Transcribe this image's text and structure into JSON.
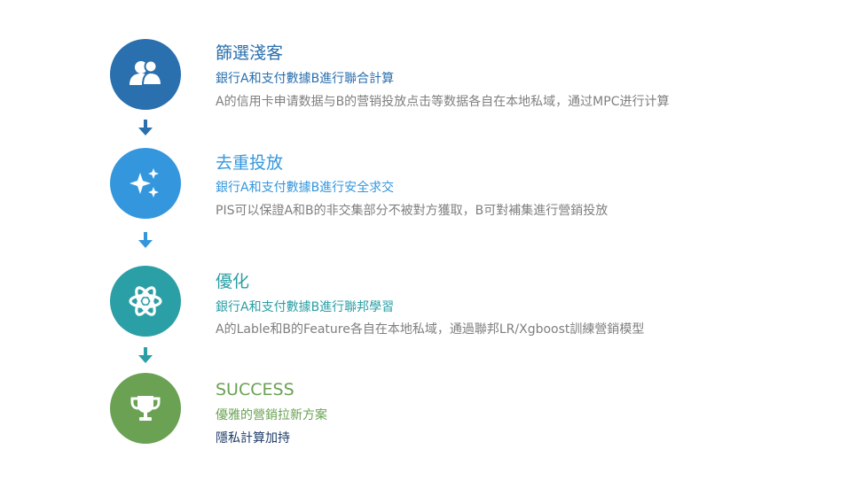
{
  "colors": {
    "step1": "#2a6fae",
    "step2": "#3497dd",
    "step3": "#2a9fa5",
    "step4": "#6aa153",
    "desc_gray": "#7f7f7f",
    "desc_dark": "#1f3b68"
  },
  "steps": [
    {
      "icon": "users-icon",
      "title": "篩選淺客",
      "subtitle": "銀行A和支付數據B進行聯合計算",
      "description": "A的信用卡申请数据与B的营销投放点击等数据各自在本地私域，通过MPC进行计算"
    },
    {
      "icon": "sparkles-icon",
      "title": "去重投放",
      "subtitle": "銀行A和支付數據B進行安全求交",
      "description": "PIS可以保證A和B的非交集部分不被對方獲取，B可對補集進行營銷投放"
    },
    {
      "icon": "atom-icon",
      "title": "優化",
      "subtitle": "銀行A和支付數據B進行聯邦學習",
      "description": "A的Lable和B的Feature各自在本地私域，通過聯邦LR/Xgboost訓練營銷模型"
    },
    {
      "icon": "trophy-icon",
      "title": "SUCCESS",
      "subtitle": "優雅的營銷拉新方案",
      "description": "隱私計算加持"
    }
  ]
}
